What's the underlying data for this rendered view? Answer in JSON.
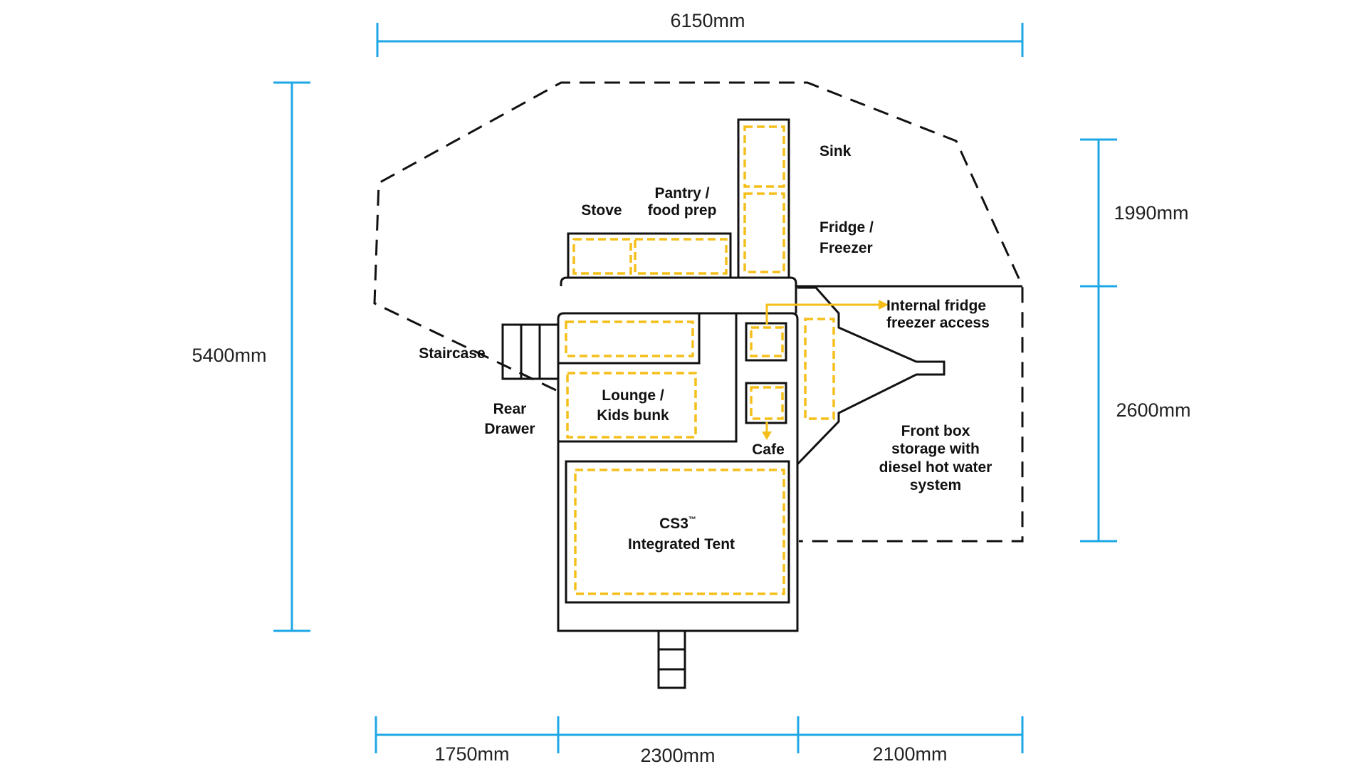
{
  "dimensions": {
    "total_width": "6150mm",
    "total_length": "5400mm",
    "upper_right": "1990mm",
    "lower_right": "2600mm",
    "rear_section": "1750mm",
    "middle_section": "2300mm",
    "front_section": "2100mm"
  },
  "labels": {
    "sink": "Sink",
    "pantry_line1": "Pantry /",
    "pantry_line2": "food prep",
    "stove": "Stove",
    "fridge_line1": "Fridge /",
    "fridge_line2": "Freezer",
    "internal_line1": "Internal fridge",
    "internal_line2": "freezer access",
    "staircase": "Staircase",
    "rear_line1": "Rear",
    "rear_line2": "Drawer",
    "lounge_line1": "Lounge /",
    "lounge_line2": "Kids bunk",
    "cafe": "Cafe",
    "front_line1": "Front box",
    "front_line2": "storage with",
    "front_line3": "diesel hot water",
    "front_line4": "system",
    "tent_line1": "CS3",
    "tent_trademark": "™",
    "tent_line2": "Integrated Tent"
  },
  "colors": {
    "dimension_lines": "#1ea7e6",
    "storage_highlight": "#f5bf1a",
    "outline": "#111111"
  }
}
